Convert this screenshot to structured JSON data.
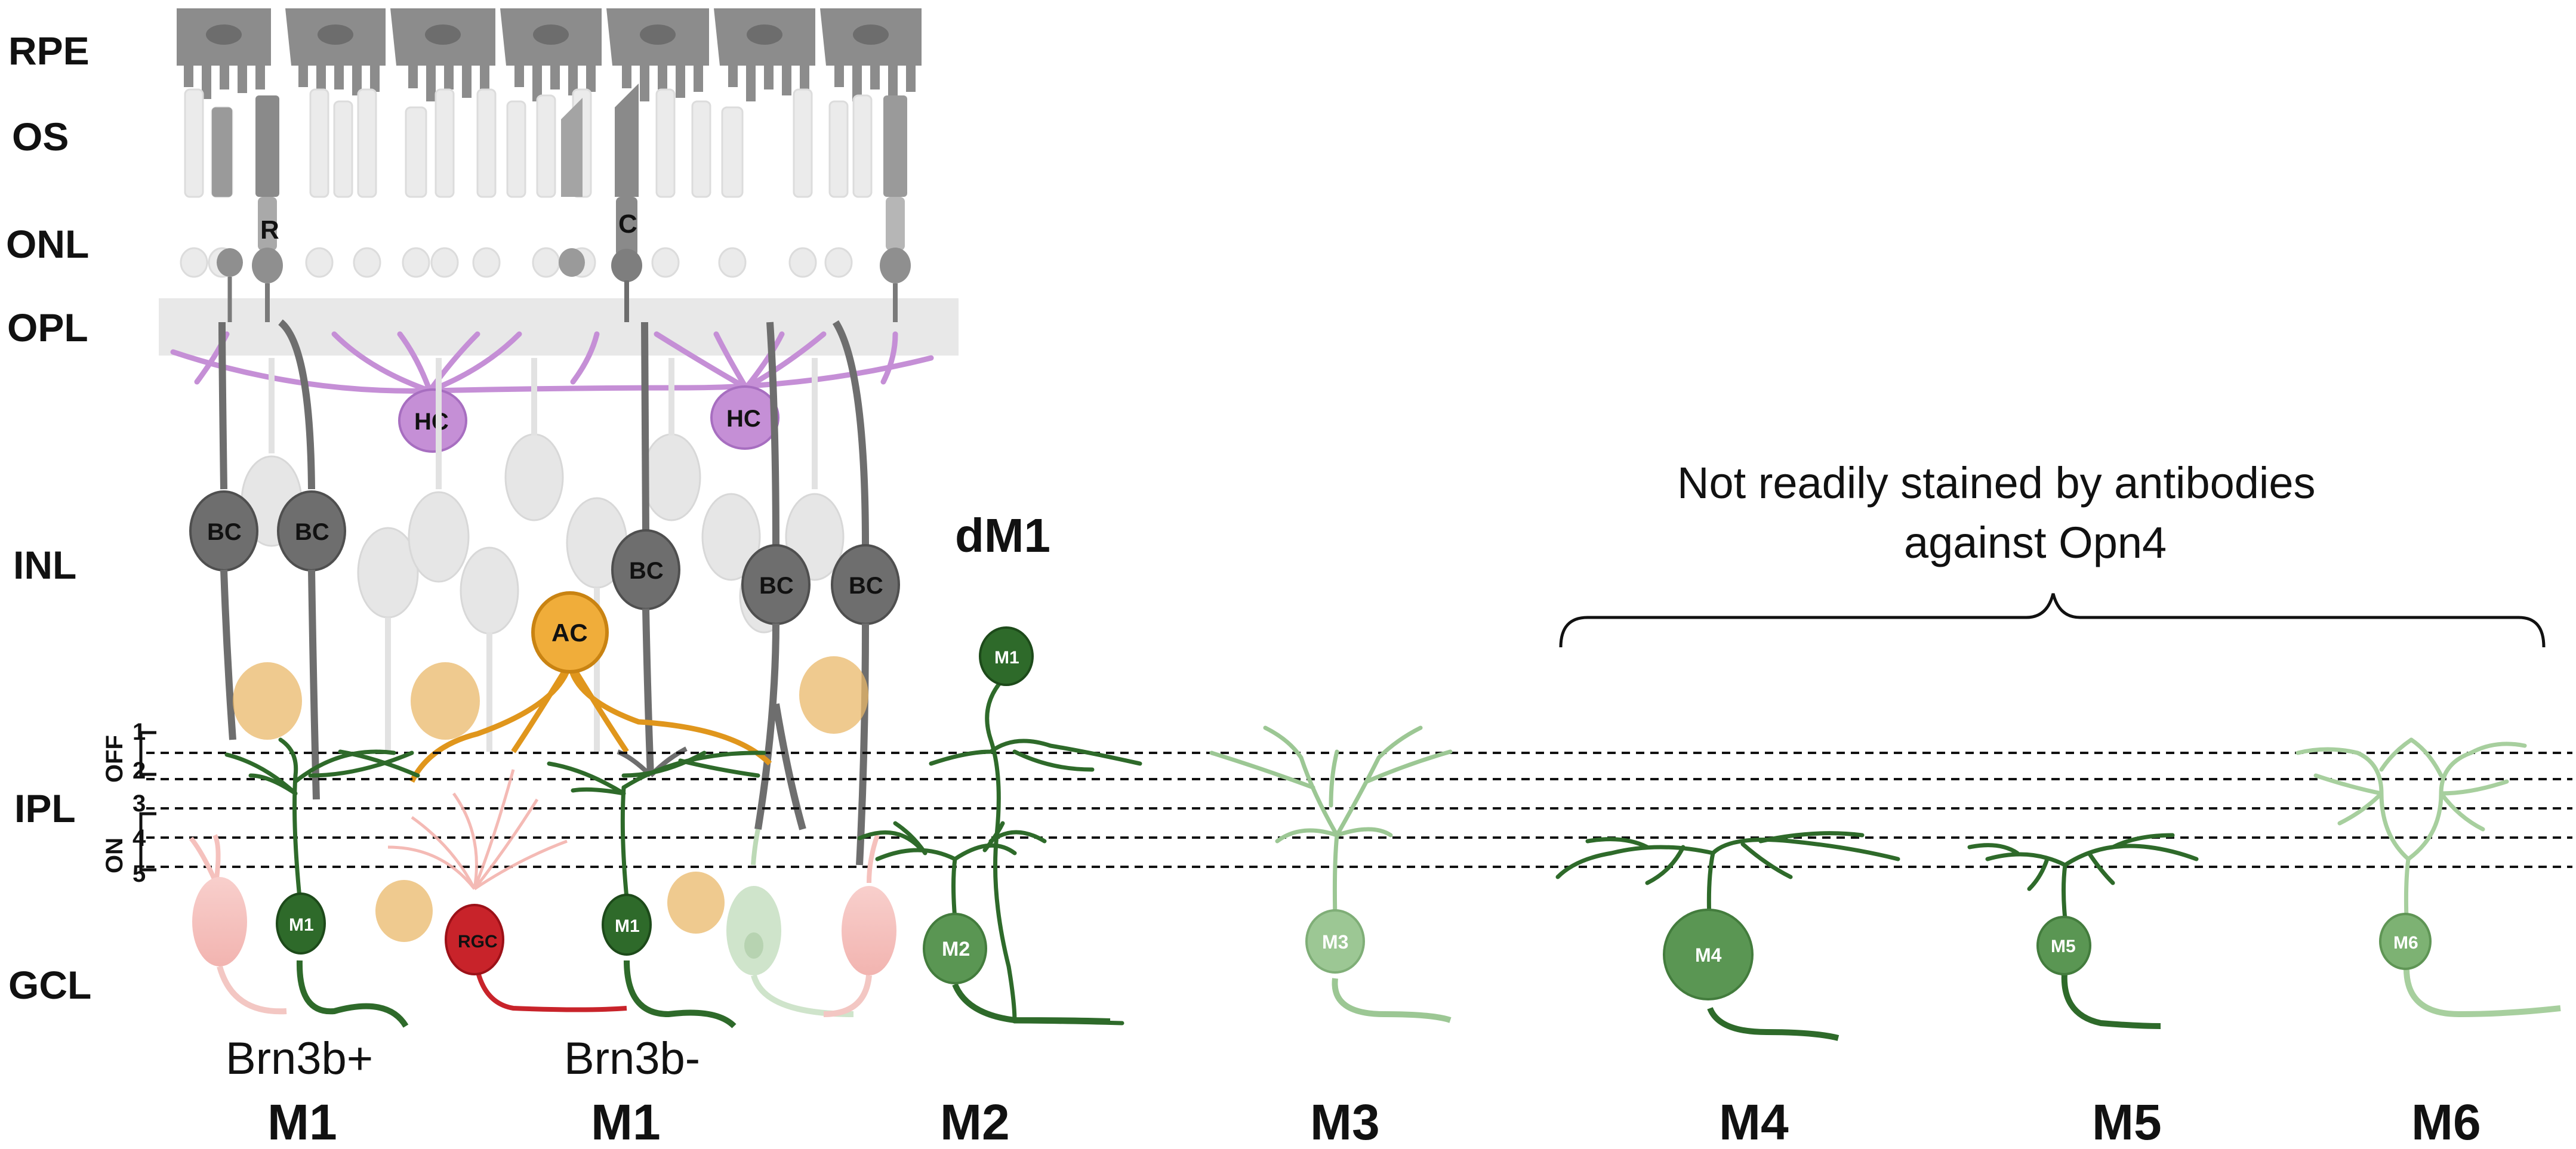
{
  "layers": [
    "RPE",
    "OS",
    "ONL",
    "OPL",
    "INL",
    "IPL",
    "GCL"
  ],
  "ipl": {
    "sublaminae": [
      "1",
      "2",
      "3",
      "4",
      "5"
    ],
    "off_label": "OFF",
    "on_label": "ON"
  },
  "cells": {
    "rod": "R",
    "cone": "C",
    "horizontal": "HC",
    "bipolar": "BC",
    "amacrine": "AC",
    "rgc": "RGC",
    "m1": "M1",
    "m2": "M2",
    "m3": "M3",
    "m4": "M4",
    "m5": "M5",
    "m6": "M6"
  },
  "dm1_label": "dM1",
  "note": {
    "line1": "Not readily stained by antibodies",
    "line2": "against Opn4"
  },
  "subtype_labels": {
    "brn3b_pos": "Brn3b+",
    "brn3b_neg": "Brn3b-"
  },
  "bottom_labels": [
    "M1",
    "M1",
    "M2",
    "M3",
    "M4",
    "M5",
    "M6"
  ],
  "colors": {
    "rpe": "#8c8c8c",
    "photoreceptor_dark": "#8a8a8a",
    "photoreceptor_light": "#e2e2e2",
    "horizontal": "#c58fd6",
    "bipolar": "#6e6e6e",
    "amacrine": "#e6a12a",
    "rgc_red": "#c8232a",
    "m1_dark_green": "#2e6a2a",
    "m2_green": "#5a9653",
    "m3_light_green": "#9cc794",
    "opl_band": "#e6e6e6"
  }
}
